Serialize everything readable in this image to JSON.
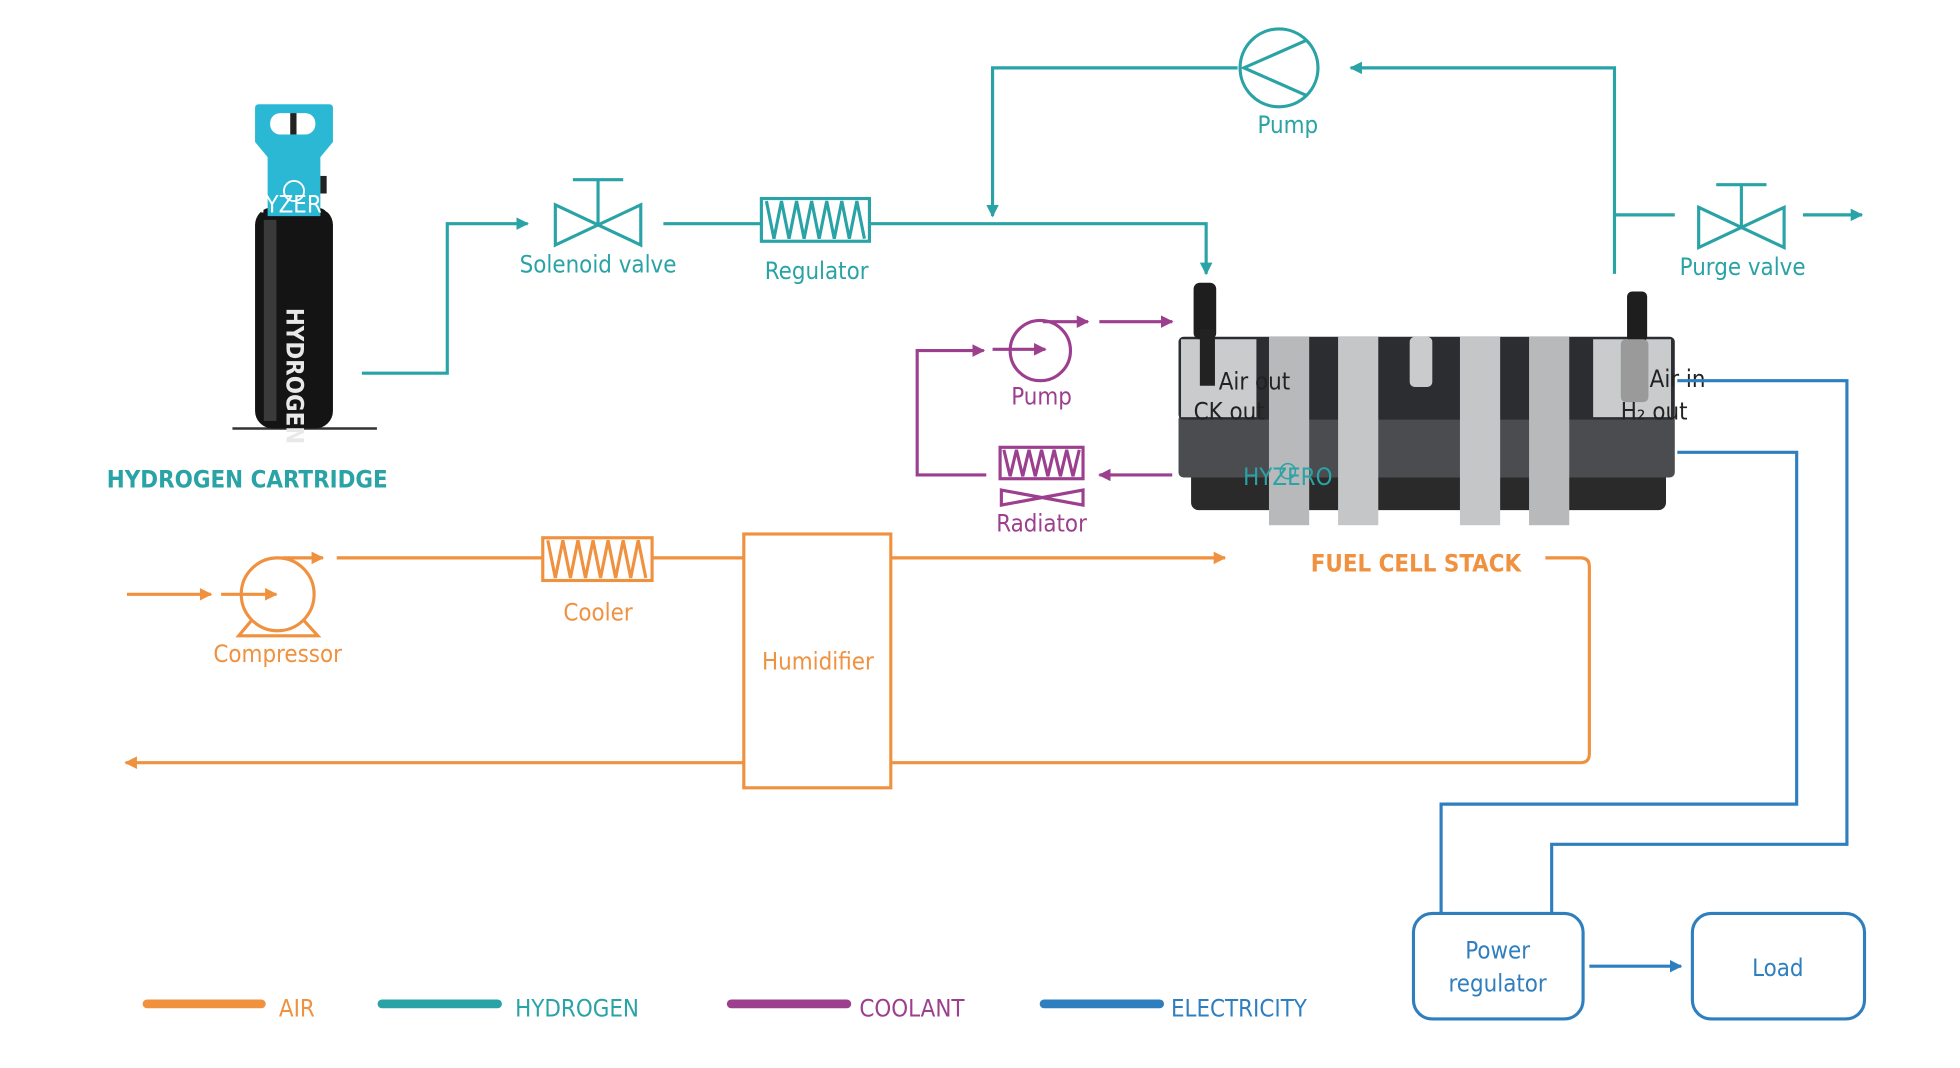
{
  "colors": {
    "air": "#f0913f",
    "hydrogen": "#2aa3a6",
    "coolant": "#9c3f8e",
    "electricity": "#2f7fbf"
  },
  "hydrogen": {
    "cartridge_title": "HYDROGEN CARTRIDGE",
    "cartridge_text": "HYDROGEN",
    "cartridge_brand": "HYZERO",
    "solenoid_valve": "Solenoid valve",
    "regulator": "Regulator",
    "pump": "Pump",
    "purge_valve": "Purge valve"
  },
  "stack": {
    "title": "FUEL CELL STACK",
    "brand": "HYZERO",
    "air_out": "Air out",
    "air_in": "Air in",
    "ck_out": "CK out",
    "h2_out": "H₂ out"
  },
  "coolant": {
    "pump": "Pump",
    "radiator": "Radiator"
  },
  "air": {
    "compressor": "Compressor",
    "cooler": "Cooler",
    "humidifier": "Humidifier"
  },
  "electricity": {
    "power_regulator_line1": "Power",
    "power_regulator_line2": "regulator",
    "load": "Load"
  },
  "legend": [
    {
      "label": "AIR"
    },
    {
      "label": "HYDROGEN"
    },
    {
      "label": "COOLANT"
    },
    {
      "label": "ELECTRICITY"
    }
  ]
}
